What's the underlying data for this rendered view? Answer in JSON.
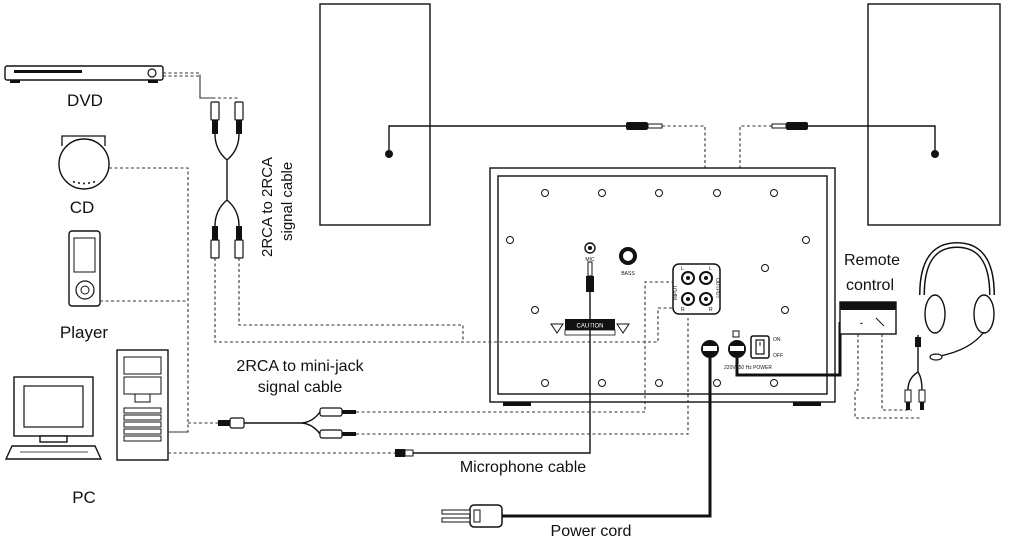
{
  "labels": {
    "dvd": "DVD",
    "cd": "CD",
    "player": "Player",
    "pc": "PC",
    "rca2rca": [
      "2RCA to 2RCA",
      "signal cable"
    ],
    "rca2jack": [
      "2RCA to mini-jack",
      "signal cable"
    ],
    "mic_cable": "Microphone cable",
    "power_cord": "Power cord",
    "remote": [
      "Remote",
      "control"
    ]
  },
  "panel": {
    "mic": "MIC",
    "bass": "BASS",
    "caution": "CAUTION",
    "input": "INPUT",
    "output": "OUTPUT",
    "on": "ON",
    "off": "OFF",
    "power": "220V~50 Hz POWER",
    "l": "L",
    "r": "R"
  }
}
